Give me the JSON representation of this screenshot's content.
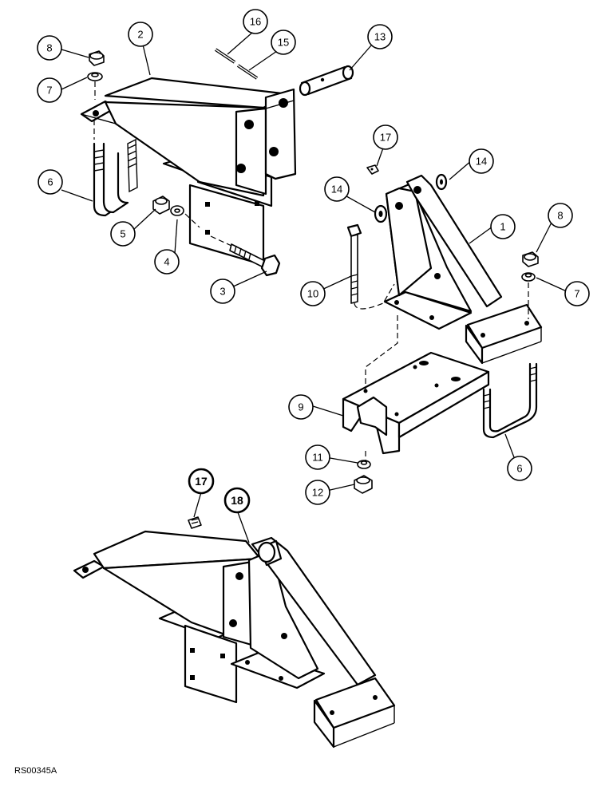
{
  "figure_code": "RS00345A",
  "callouts": {
    "c1": "1",
    "c2": "2",
    "c3": "3",
    "c4": "4",
    "c5": "5",
    "c6a": "6",
    "c6b": "6",
    "c7a": "7",
    "c7b": "7",
    "c8a": "8",
    "c8b": "8",
    "c9": "9",
    "c10": "10",
    "c11": "11",
    "c12": "12",
    "c13": "13",
    "c14a": "14",
    "c14b": "14",
    "c15": "15",
    "c16": "16",
    "c17a": "17",
    "c17b": "17",
    "c18": "18"
  }
}
